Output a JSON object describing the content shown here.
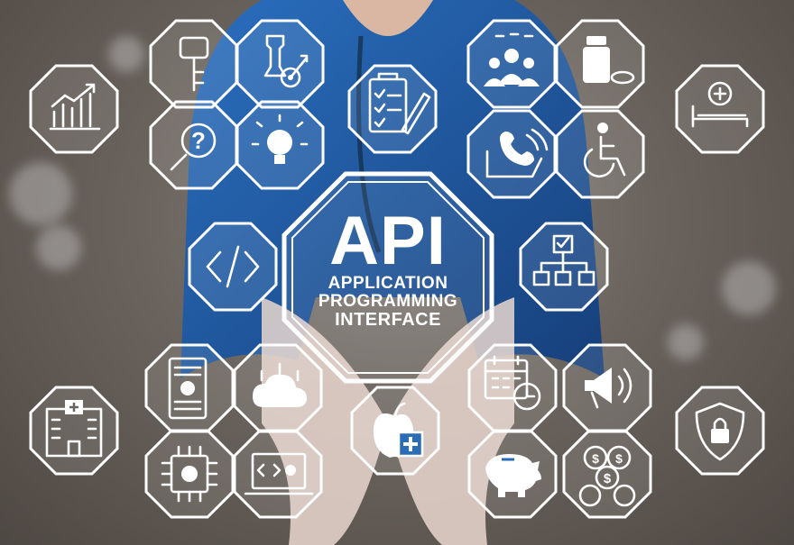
{
  "hero": {
    "title": "API",
    "subtitle_line1": "APPLICATION",
    "subtitle_line2": "PROGRAMMING",
    "subtitle_line3": "INTERFACE"
  },
  "icons": [
    "chart-icon",
    "key-icon",
    "strategy-chess-icon",
    "medical-team-icon",
    "pills-icon",
    "hospital-bed-icon",
    "question-search-icon",
    "lightbulb-icon",
    "clipboard-checklist-icon",
    "phone-laptop-icon",
    "wheelchair-icon",
    "code-icon",
    "hierarchy-checkbox-icon",
    "binary-document-icon",
    "cloud-network-icon",
    "calendar-clock-icon",
    "megaphone-icon",
    "hospital-building-icon",
    "ai-chip-icon",
    "laptop-code-icon",
    "healthy-apple-icon",
    "piggy-bank-icon",
    "coins-icon",
    "shield-lock-icon"
  ],
  "colors": {
    "scrubs": "#1f5fa8",
    "line": "#ffffff",
    "background": "#6b645e"
  }
}
